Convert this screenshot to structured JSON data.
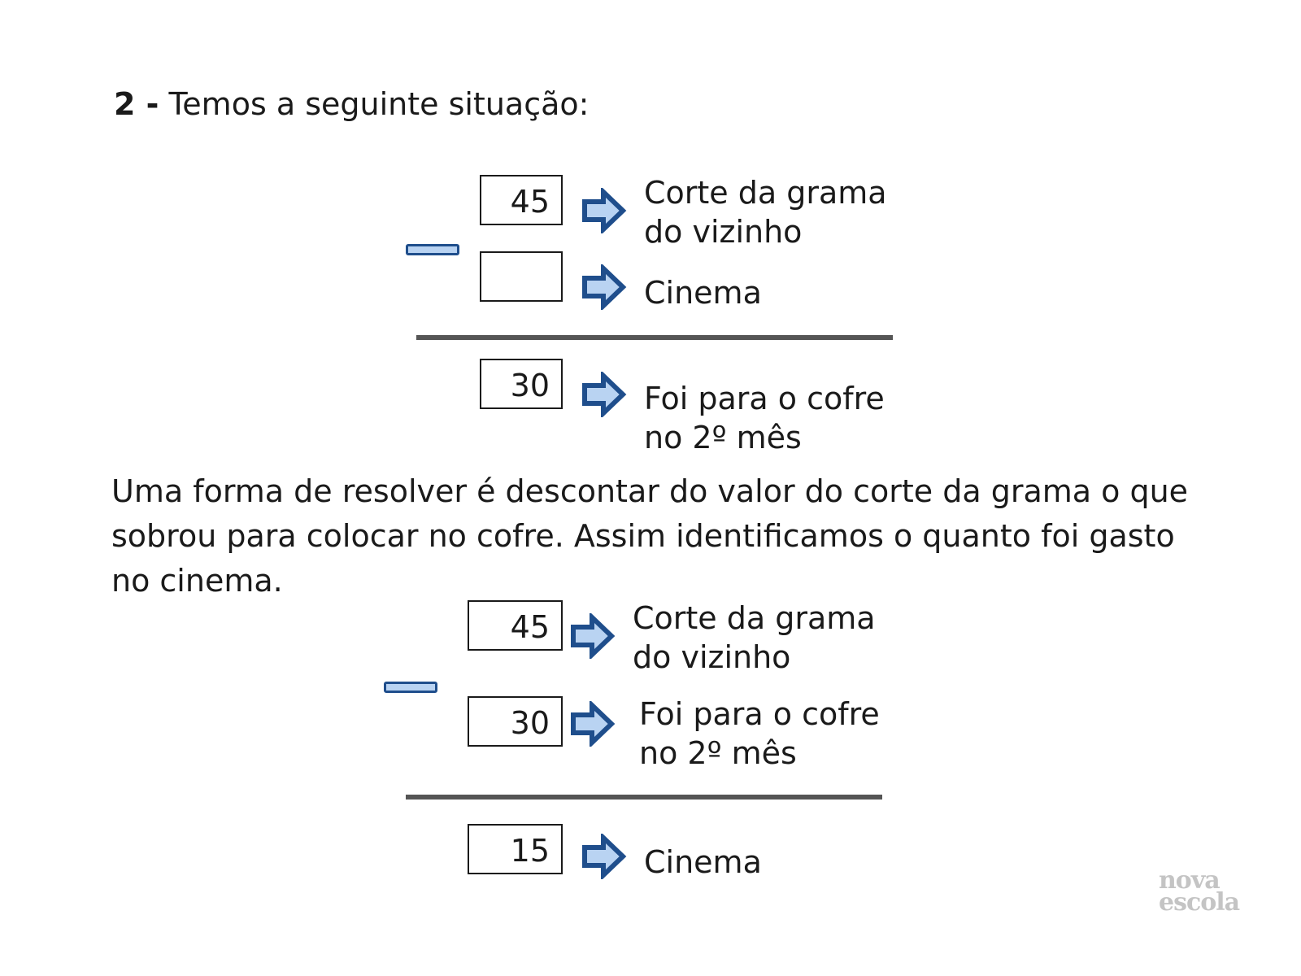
{
  "heading": {
    "number": "2 -",
    "text": "Temos a seguinte situação:"
  },
  "problem": {
    "rows": [
      {
        "value": "45",
        "label_lines": [
          "Corte da grama",
          "do vizinho"
        ]
      },
      {
        "value": "",
        "label_lines": [
          "Cinema"
        ]
      }
    ],
    "operator": "minus",
    "result": {
      "value": "30",
      "label_lines": [
        "Foi para o cofre",
        "no 2º mês"
      ]
    }
  },
  "explanation": "Uma forma de resolver é descontar do valor do corte da grama o que sobrou para colocar no cofre. Assim identificamos o quanto foi gasto no cinema.",
  "solution": {
    "rows": [
      {
        "value": "45",
        "label_lines": [
          "Corte da grama",
          "do vizinho"
        ]
      },
      {
        "value": "30",
        "label_lines": [
          "Foi para o cofre",
          "no 2º mês"
        ]
      }
    ],
    "operator": "minus",
    "result": {
      "value": "15",
      "label_lines": [
        "Cinema"
      ]
    }
  },
  "logo": {
    "line1": "nova",
    "line2": "escola"
  },
  "colors": {
    "arrow_fill": "#b9d3f2",
    "arrow_stroke": "#1f4e8c",
    "rule": "#555555",
    "logo": "#c4c4c4"
  },
  "icons": [
    "arrow-right-icon",
    "minus-sign-icon"
  ]
}
